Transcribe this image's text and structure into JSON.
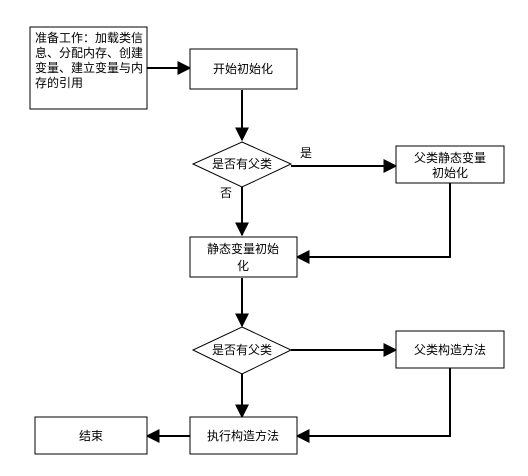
{
  "nodes": {
    "prep": "准备工作：加载类信息、分配内存、创建变量、建立变量与内存的引用",
    "init": "开始初始化",
    "decision1": "是否有父类",
    "parent_static": [
      "父类静态变量",
      "初始化"
    ],
    "static_init": [
      "静态变量初始",
      "化"
    ],
    "decision2": "是否有父类",
    "parent_ctor": "父类构造方法",
    "ctor": "执行构造方法",
    "end": "结束"
  },
  "edge_labels": {
    "yes": "是",
    "no": "否"
  },
  "colors": {
    "stroke": "#000000",
    "fill": "#ffffff",
    "text": "#000000"
  }
}
